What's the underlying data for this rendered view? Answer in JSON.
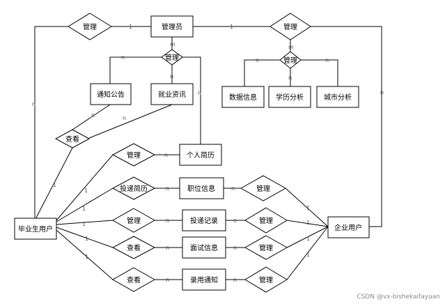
{
  "entities": {
    "admin": "管理员",
    "graduate": "毕业生用户",
    "company": "企业用户",
    "notice": "通知公告",
    "jobinfo": "就业资讯",
    "resume": "个人简历",
    "position": "职位信息",
    "record": "投递记录",
    "interview": "面试信息",
    "offer": "录用通知",
    "datainfo": "数据信息",
    "edu": "学历分析",
    "city": "城市分析"
  },
  "relations": {
    "r_admin_grad": "管理",
    "r_admin_corp": "管理",
    "r_admin_news": "管理",
    "r_admin_stats": "管理",
    "r_view_news": "查看",
    "r_resume": "管理",
    "r_apply": "投递简历",
    "r_corp_pos": "管理",
    "r_grad_rec": "管理",
    "r_corp_rec": "管理",
    "r_grad_int": "查看",
    "r_corp_int": "管理",
    "r_grad_offer": "查看",
    "r_corp_offer": "管理"
  },
  "cardinality": {
    "one": "1",
    "many_m": "m",
    "many_n": "n"
  },
  "watermark": "CSDN @vx-bishekaifayuan"
}
